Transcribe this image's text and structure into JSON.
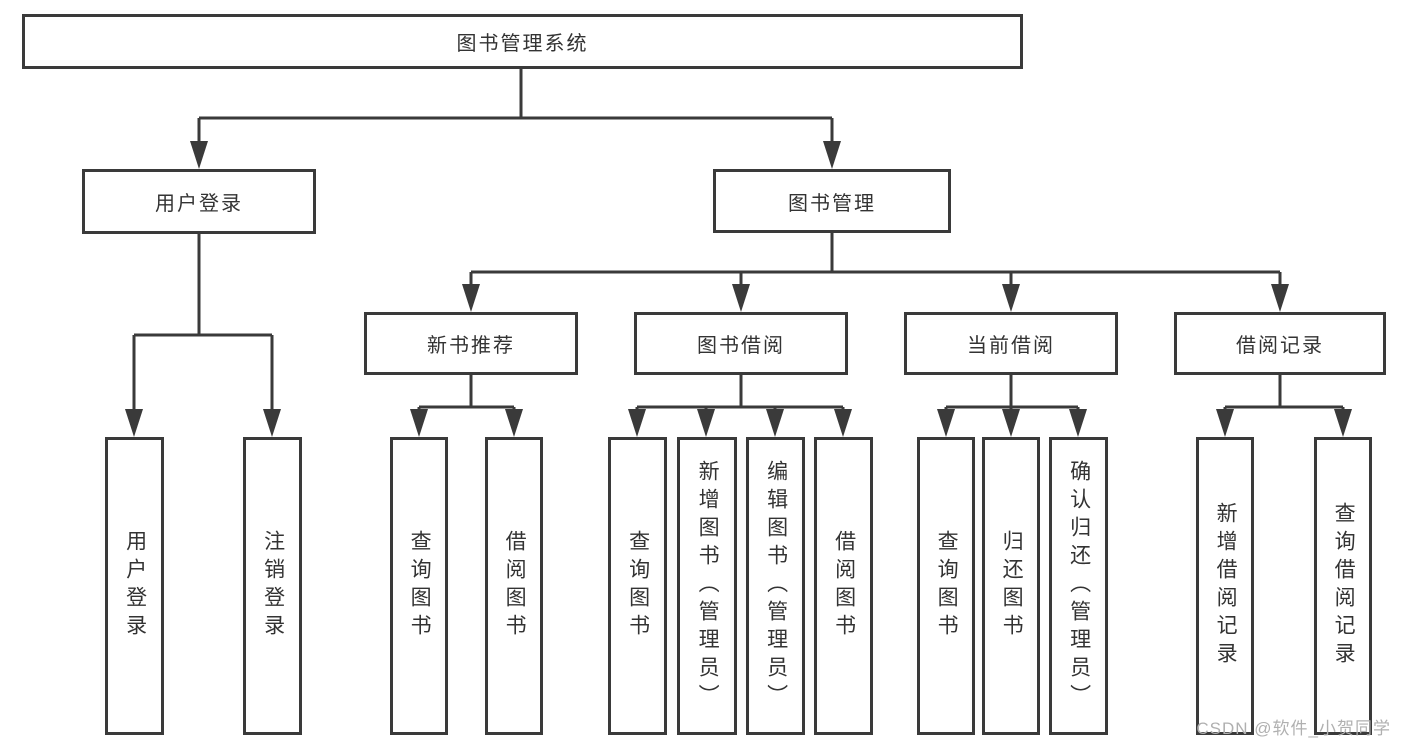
{
  "theme": {
    "background": "#ffffff",
    "line_color": "#3a3a3a",
    "text_color": "#333333",
    "watermark_color": "#b0b0b0"
  },
  "watermark": "CSDN @软件_小贺同学",
  "tree": {
    "label": "图书管理系统",
    "children": [
      {
        "label": "用户登录",
        "children": [
          {
            "label": "用户登录"
          },
          {
            "label": "注销登录"
          }
        ]
      },
      {
        "label": "图书管理",
        "children": [
          {
            "label": "新书推荐",
            "children": [
              {
                "label": "查询图书"
              },
              {
                "label": "借阅图书"
              }
            ]
          },
          {
            "label": "图书借阅",
            "children": [
              {
                "label": "查询图书"
              },
              {
                "label": "新增图书（管理员）"
              },
              {
                "label": "编辑图书（管理员）"
              },
              {
                "label": "借阅图书"
              }
            ]
          },
          {
            "label": "当前借阅",
            "children": [
              {
                "label": "查询图书"
              },
              {
                "label": "归还图书"
              },
              {
                "label": "确认归还（管理员）"
              }
            ]
          },
          {
            "label": "借阅记录",
            "children": [
              {
                "label": "新增借阅记录"
              },
              {
                "label": "查询借阅记录"
              }
            ]
          }
        ]
      }
    ]
  }
}
